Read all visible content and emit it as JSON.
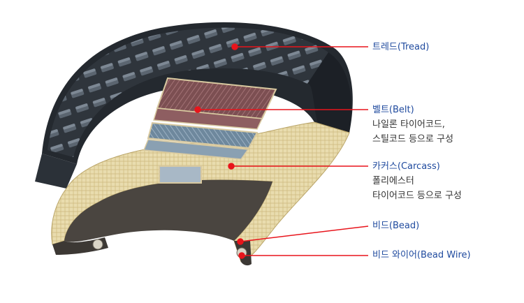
{
  "colors": {
    "title": "#1f4a9e",
    "desc": "#333333",
    "leader": "#e8141b",
    "tread": "#2b3138",
    "belt": "#7a4d4f",
    "steel_belt": "#6f8aa0",
    "carcass": "#e6d7a5",
    "inner_liner": "#4a4540"
  },
  "labels": [
    {
      "id": "tread",
      "title": "트레드(Tread)",
      "desc": []
    },
    {
      "id": "belt",
      "title": "벨트(Belt)",
      "desc": [
        "나일론 타이어코드,",
        "스틸코드 등으로 구성"
      ]
    },
    {
      "id": "carcass",
      "title": "카커스(Carcass)",
      "desc": [
        "폴리에스터",
        "타이어코드 등으로 구성"
      ]
    },
    {
      "id": "bead",
      "title": "비드(Bead)",
      "desc": []
    },
    {
      "id": "bead-wire",
      "title": "비드 와이어(Bead Wire)",
      "desc": []
    }
  ]
}
